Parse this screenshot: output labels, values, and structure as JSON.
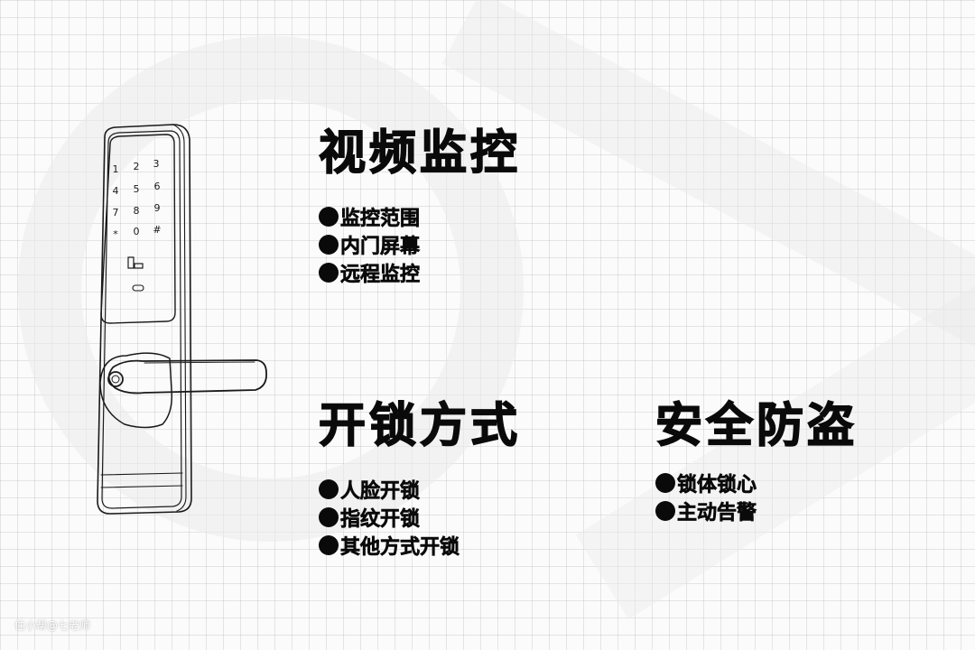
{
  "lock_keypad": {
    "keys": [
      "1",
      "2",
      "3",
      "4",
      "5",
      "6",
      "7",
      "8",
      "9",
      "*",
      "0",
      "#"
    ]
  },
  "sections": {
    "video": {
      "title": "视频监控",
      "items": [
        "监控范围",
        "内门屏幕",
        "远程监控"
      ]
    },
    "unlock": {
      "title": "开锁方式",
      "items": [
        "人脸开锁",
        "指纹开锁",
        "其他方式开锁"
      ]
    },
    "security": {
      "title": "安全防盗",
      "items": [
        "锁体锁心",
        "主动告警"
      ]
    }
  },
  "watermark": "住小帮@七老师"
}
